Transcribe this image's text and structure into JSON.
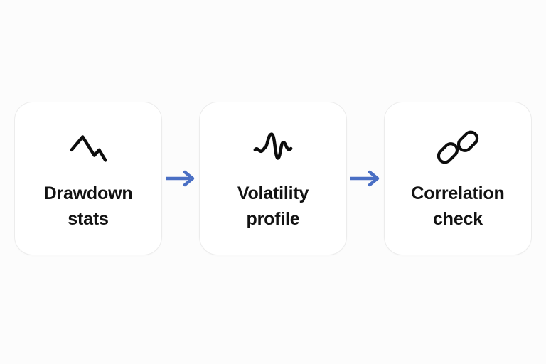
{
  "diagram": {
    "type": "horizontal-flow",
    "background_color": "#fcfcfc",
    "card_background_color": "#ffffff",
    "card_border_color": "#ececec",
    "text_color": "#121212",
    "icon_color": "#0d0d0d",
    "arrow_color": "#4a6fc4",
    "steps": [
      {
        "icon": "drawdown-chart-icon",
        "label": "Drawdown\nstats",
        "label_line_1": "Drawdown",
        "label_line_2": "stats"
      },
      {
        "icon": "volatility-wave-icon",
        "label": "Volatility\nprofile",
        "label_line_1": "Volatility",
        "label_line_2": "profile"
      },
      {
        "icon": "chain-link-icon",
        "label": "Correlation\ncheck",
        "label_line_1": "Correlation",
        "label_line_2": "check"
      }
    ],
    "connectors": [
      {
        "icon": "arrow-right-icon",
        "from": "Drawdown stats",
        "to": "Volatility profile"
      },
      {
        "icon": "arrow-right-icon",
        "from": "Volatility profile",
        "to": "Correlation check"
      }
    ]
  }
}
